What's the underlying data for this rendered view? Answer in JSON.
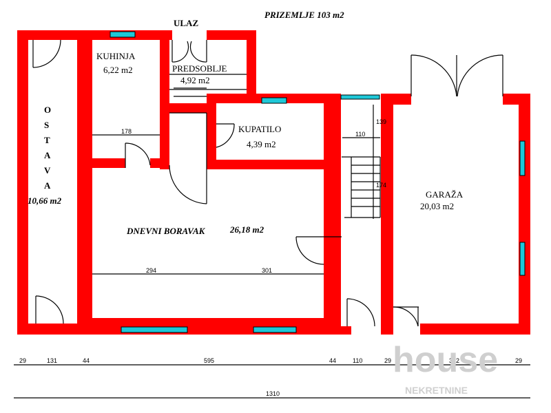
{
  "title": "PRIZEMLJE  103 m2",
  "entrance": "ULAZ",
  "rooms": {
    "kitchen": {
      "name": "KUHINJA",
      "area": "6,22 m2"
    },
    "hall": {
      "name": "PREDSOBLJE",
      "area": "4,92 m2"
    },
    "bathroom": {
      "name": "KUPATILO",
      "area": "4,39 m2"
    },
    "living": {
      "name": "DNEVNI BORAVAK",
      "area": "26,18 m2"
    },
    "garage": {
      "name": "GARAŽA",
      "area": "20,03 m2"
    },
    "storage": {
      "letters": [
        "O",
        "S",
        "T",
        "A",
        "V",
        "A"
      ],
      "area": "10,66 m2"
    }
  },
  "dimensions": {
    "inner": [
      "178",
      "110",
      "139",
      "174",
      "294",
      "301"
    ],
    "bottom": [
      "29",
      "131",
      "44",
      "595",
      "44",
      "110",
      "29",
      "312",
      "29"
    ],
    "total": "1310"
  },
  "watermark": {
    "main": "house",
    "sub": "NEKRETNINE"
  },
  "colors": {
    "wall": "#ff0000",
    "window": "#1ec8d8"
  }
}
